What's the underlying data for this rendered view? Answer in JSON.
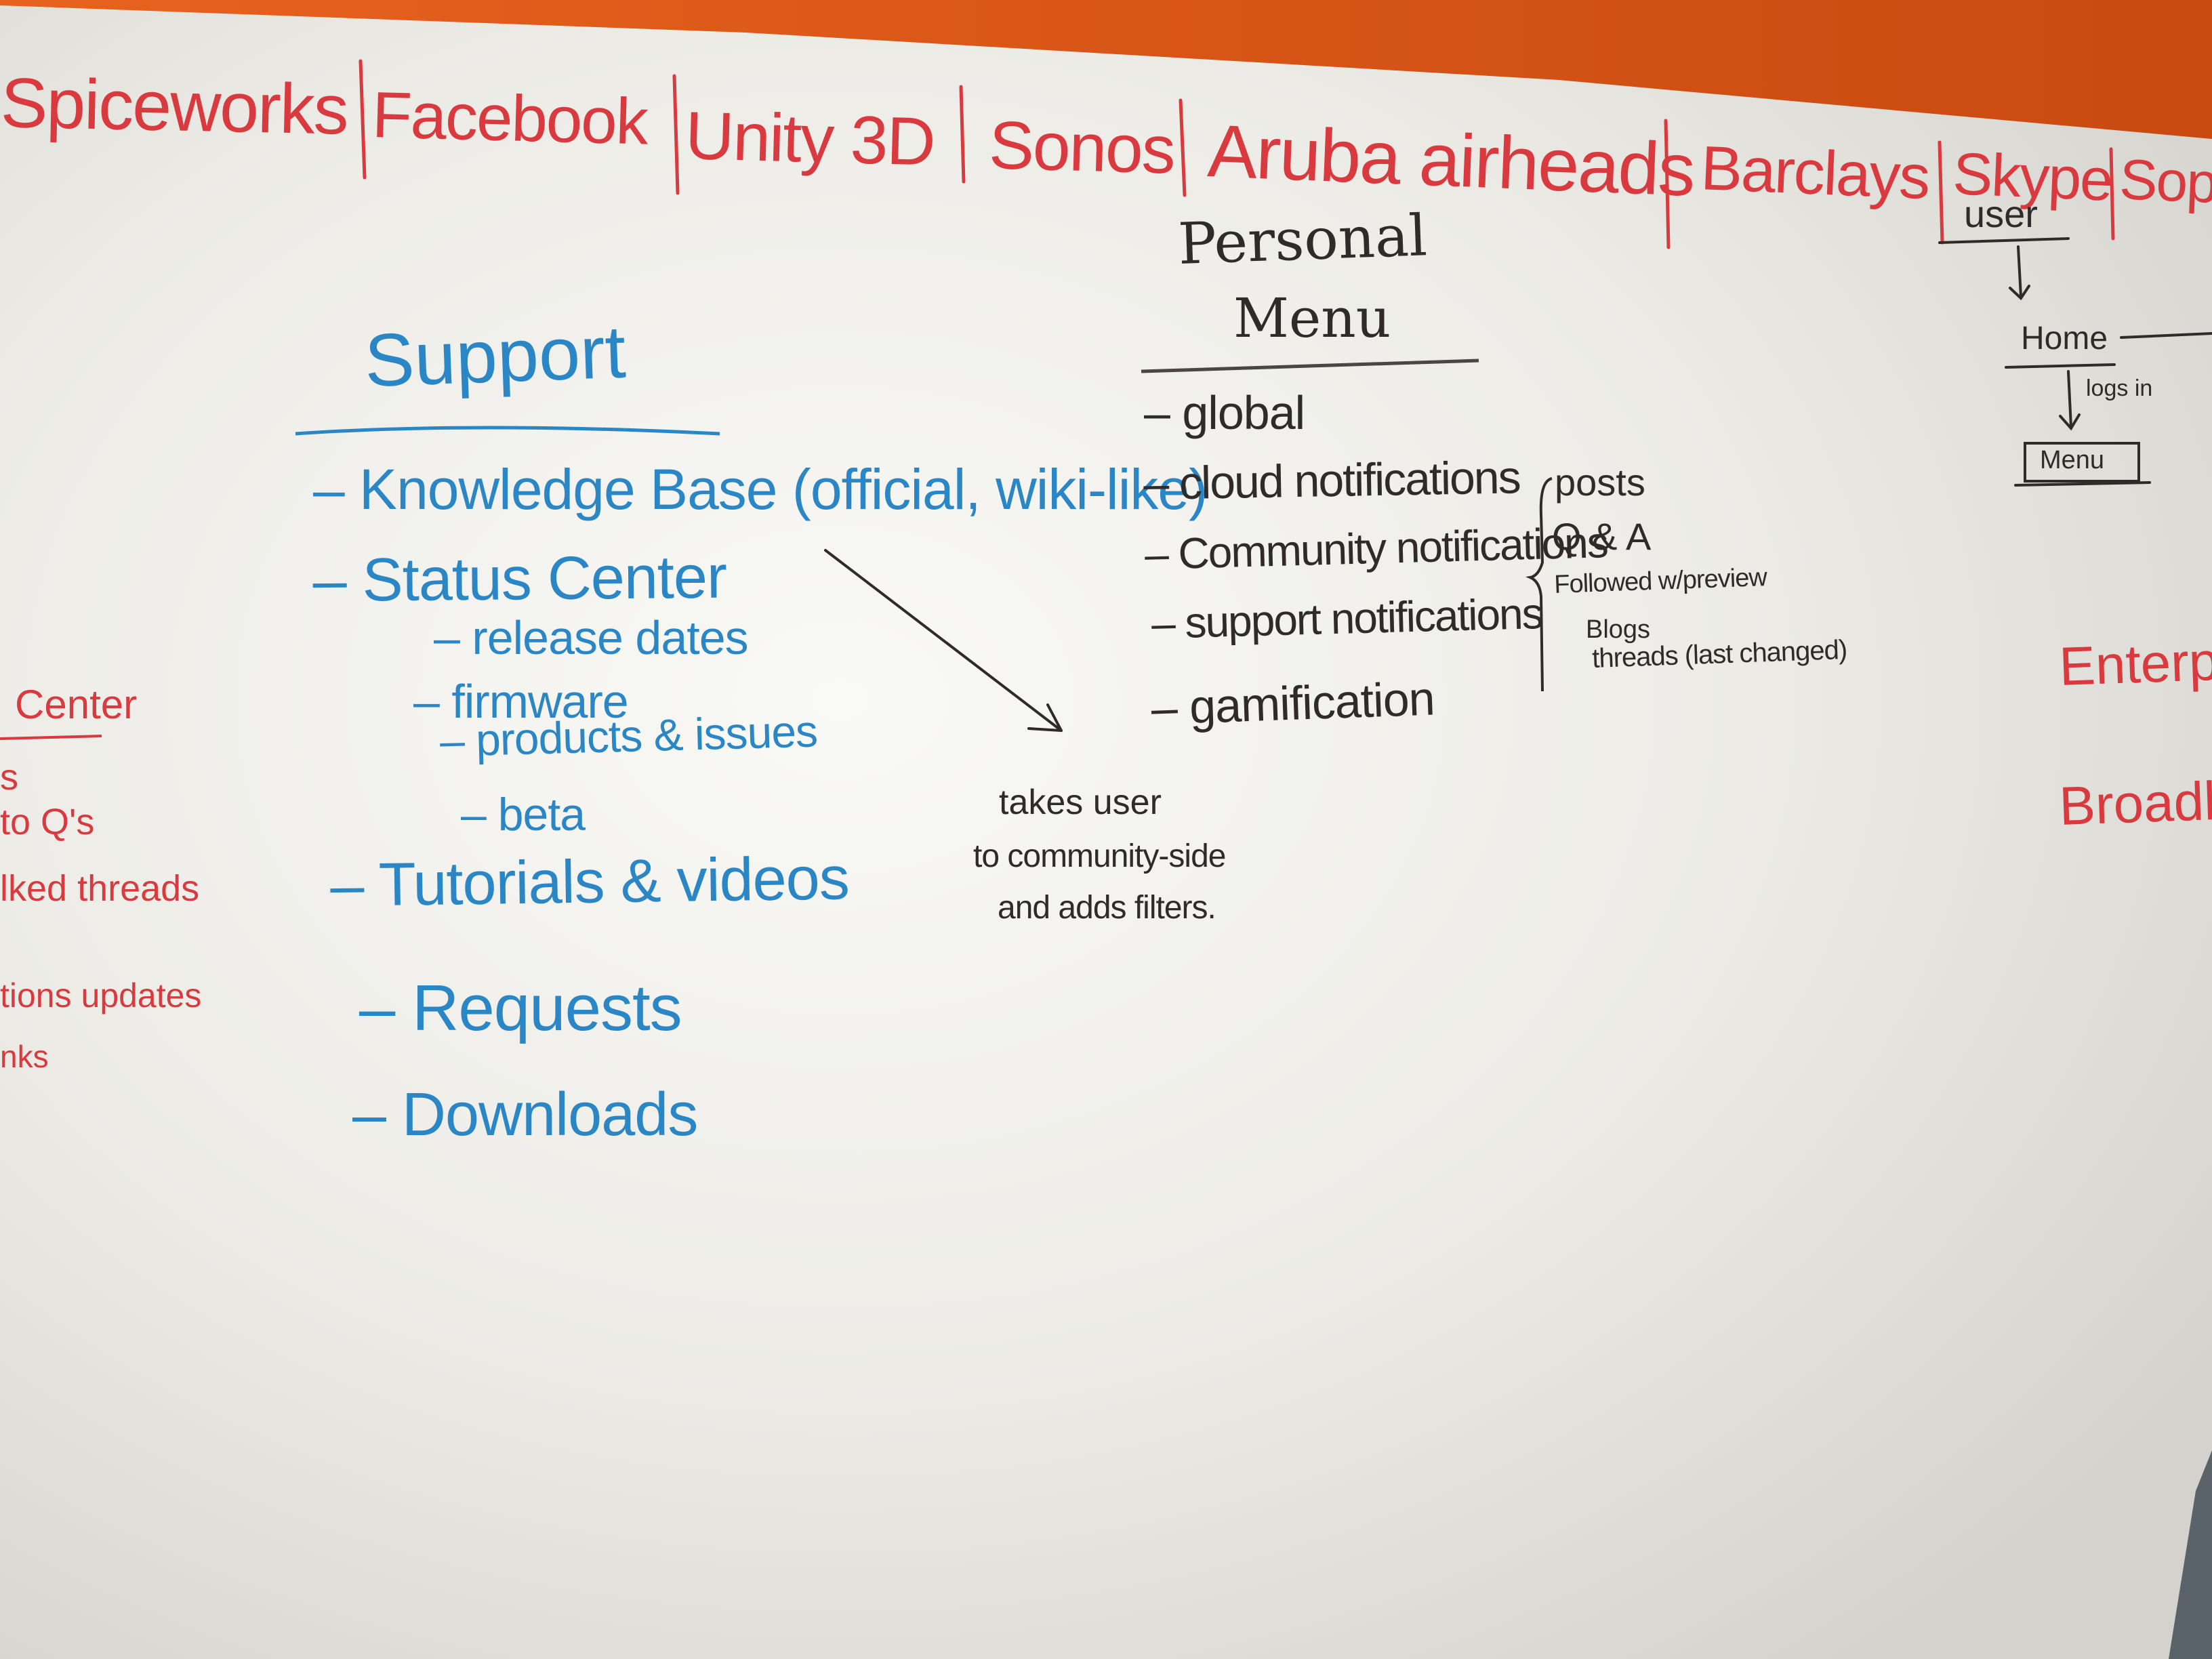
{
  "header_brands": [
    "Spiceworks",
    "Facebook",
    "Unity 3D",
    "Sonos",
    "Aruba airheads",
    "Barclays",
    "Skype",
    "Sopr"
  ],
  "support": {
    "heading": "Support",
    "items": [
      {
        "text": "– Knowledge Base (official, wiki-like)"
      },
      {
        "text": "– Status Center"
      },
      {
        "text": "– release dates"
      },
      {
        "text": "– firmware"
      },
      {
        "text": "– products & issues"
      },
      {
        "text": "– beta"
      },
      {
        "text": "– Tutorials & videos"
      },
      {
        "text": "– Requests"
      },
      {
        "text": "– Downloads"
      }
    ]
  },
  "personal_menu": {
    "heading_line1": "Personal",
    "heading_line2": "Menu",
    "items": [
      "– global",
      "– cloud notifications",
      "– Community notifications",
      "– support notifications",
      "– gamification"
    ],
    "bracket_notes": [
      "posts",
      "Q & A",
      "Followed w/preview",
      "Blogs",
      "threads (last changed)"
    ]
  },
  "arrow_note": {
    "line1": "takes user",
    "line2": "to community-side",
    "line3": "and adds filters."
  },
  "flow_diagram": {
    "step1": "user",
    "step2": "Home",
    "arrow_label": "logs in",
    "step3": "Menu"
  },
  "right_edge": {
    "word1": "Enterpr",
    "word2": "Broadban"
  },
  "left_edge": [
    "Center",
    "s",
    "to Q's",
    "lked threads",
    "tions updates",
    "nks"
  ],
  "colors": {
    "wall": "#e05a1c",
    "board": "#ecebe6",
    "red_marker": "#d83a3f",
    "blue_marker": "#2a86c4",
    "black_marker": "#2e2b29"
  }
}
